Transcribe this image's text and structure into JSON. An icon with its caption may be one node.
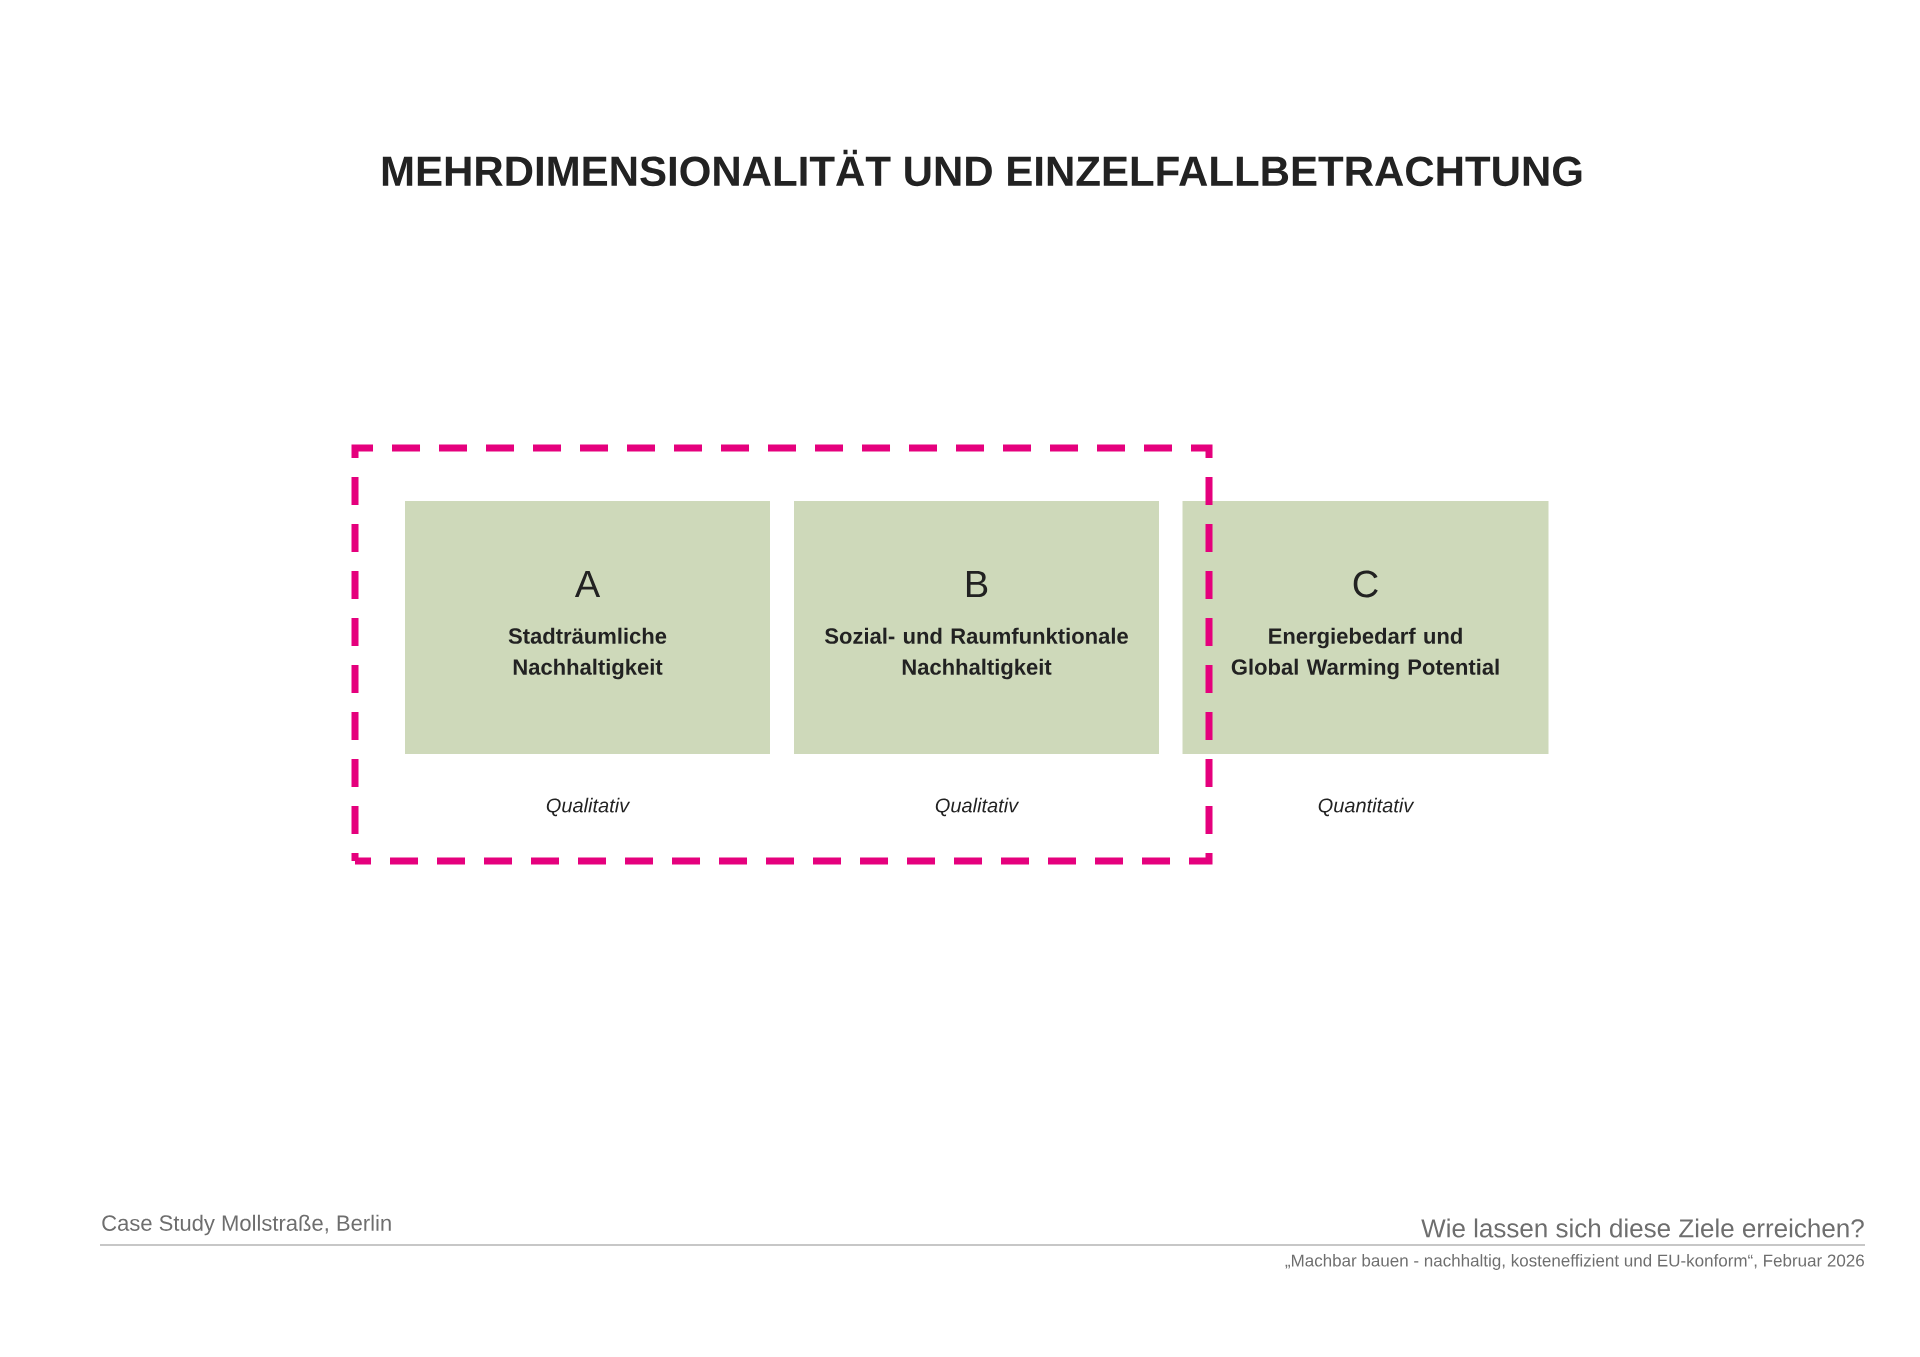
{
  "diagram": {
    "title": "MEHRDIMENSIONALITÄT UND EINZELFALLBETRACHTUNG",
    "nodes": [
      {
        "text": [],
        "shape": "box"
      },
      {
        "text": [
          "A",
          "Stadträumliche Nachhaltigkeit"
        ],
        "beside": [
          "Qualitativ"
        ],
        "in": 0
      },
      {
        "text": [
          "B",
          "Sozial- und Raumfunktionale Nachhaltigkeit"
        ],
        "beside": [
          "Qualitativ"
        ],
        "in": 0
      },
      {
        "text": [
          "C",
          "Energiebedarf und Global Warming Potential"
        ],
        "beside": [
          "Quantitativ"
        ]
      }
    ],
    "labels": [
      "Case Study Mollstraße, Berlin",
      "Wie lassen sich diese Ziele erreichen?",
      "„Machbar bauen - nachhaltig, kosteneffizient und EU-konform“, Februar 2026"
    ]
  }
}
